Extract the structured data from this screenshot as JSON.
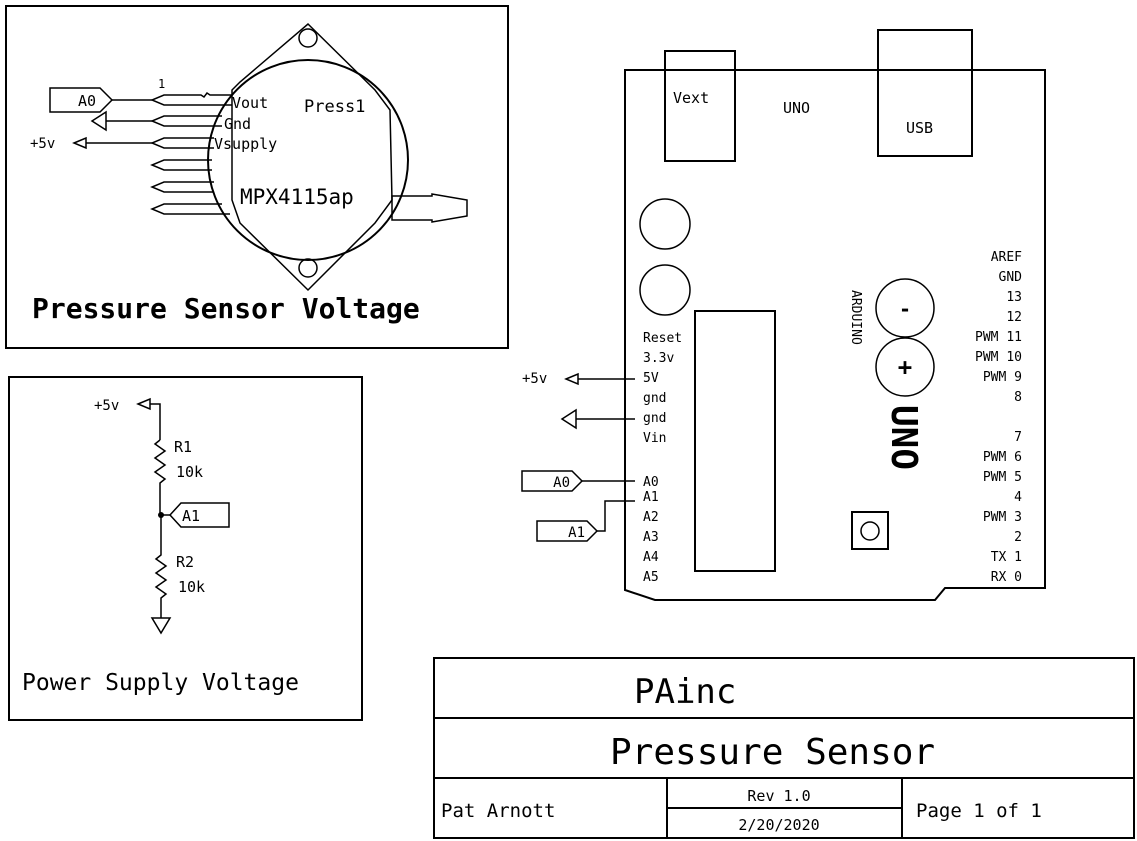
{
  "pressure_sensor_block": {
    "title": "Pressure Sensor Voltage",
    "component_name": "Press1",
    "component_part": "MPX4115ap",
    "pin_number_label": "1",
    "pins": [
      "Vout",
      "Gnd",
      "Vsupply"
    ],
    "net_label_a0": "A0",
    "supply_label": "+5v"
  },
  "power_supply_block": {
    "title": "Power Supply Voltage",
    "supply_label": "+5v",
    "net_label": "A1",
    "resistors": [
      {
        "ref": "R1",
        "value": "10k"
      },
      {
        "ref": "R2",
        "value": "10k"
      }
    ]
  },
  "arduino": {
    "board_label": "UNO",
    "brand_label": "ARDUINO",
    "logo_text": "UNO",
    "vext_label": "Vext",
    "usb_label": "USB",
    "logo_minus": "-",
    "logo_plus": "+",
    "left_pins": [
      "Reset",
      "3.3v",
      "5V",
      "gnd",
      "gnd",
      "Vin",
      "",
      "A0",
      "A1",
      "A2",
      "A3",
      "A4",
      "A5"
    ],
    "right_pins": [
      "AREF",
      "GND",
      "13",
      "12",
      "PWM 11",
      "PWM 10",
      "PWM 9",
      "8",
      "",
      "7",
      "PWM 6",
      "PWM 5",
      "4",
      "PWM 3",
      "2",
      "TX 1",
      "RX 0"
    ],
    "supply_label": "+5v",
    "net_label_a0": "A0",
    "net_label_a1": "A1"
  },
  "title_block": {
    "company": "PAinc",
    "project": "Pressure Sensor",
    "author": "Pat Arnott",
    "revision": "Rev 1.0",
    "date": "2/20/2020",
    "page": "Page 1 of 1"
  }
}
